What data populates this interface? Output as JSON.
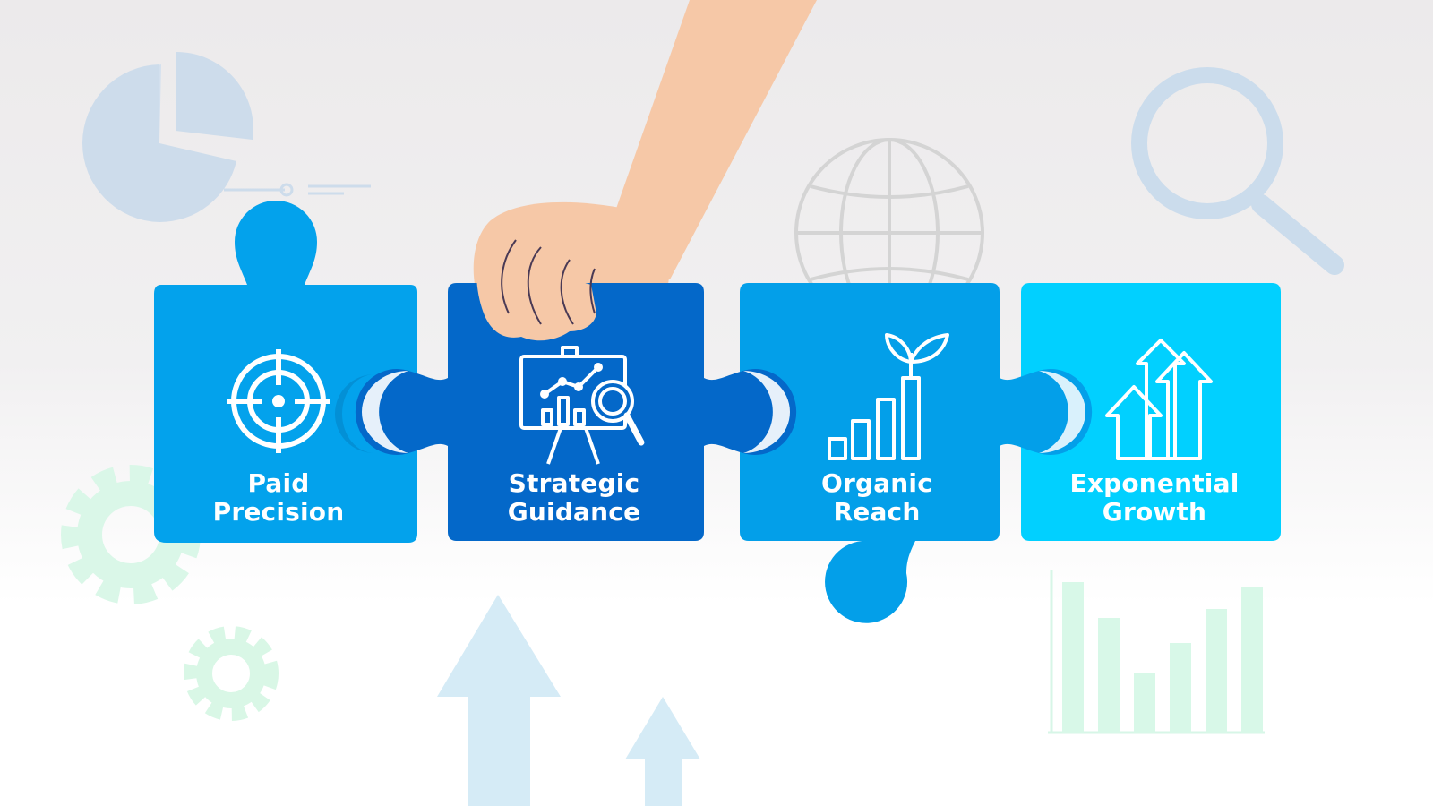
{
  "colors": {
    "piece_paid": "#03a2ec",
    "piece_strategic": "#0468c9",
    "piece_organic": "#039fe9",
    "piece_growth": "#01d0ff",
    "hand_skin": "#f6c8a7",
    "bg_pie": "#cddceb",
    "bg_gear": "#d9f7e8",
    "bg_arrow": "#d6ecf7",
    "bg_globe": "#d2d2d2",
    "bg_bars": "#d8f8e8"
  },
  "icons": {
    "paid": "target-crosshair-icon",
    "strategic": "presentation-analytics-icon",
    "organic": "sprout-bar-chart-icon",
    "growth": "upward-arrows-icon"
  },
  "pieces": [
    {
      "key": "paid",
      "line1": "Paid",
      "line2": "Precision"
    },
    {
      "key": "strategic",
      "line1": "Strategic",
      "line2": "Guidance"
    },
    {
      "key": "organic",
      "line1": "Organic",
      "line2": "Reach"
    },
    {
      "key": "growth",
      "line1": "Exponential",
      "line2": "Growth"
    }
  ]
}
